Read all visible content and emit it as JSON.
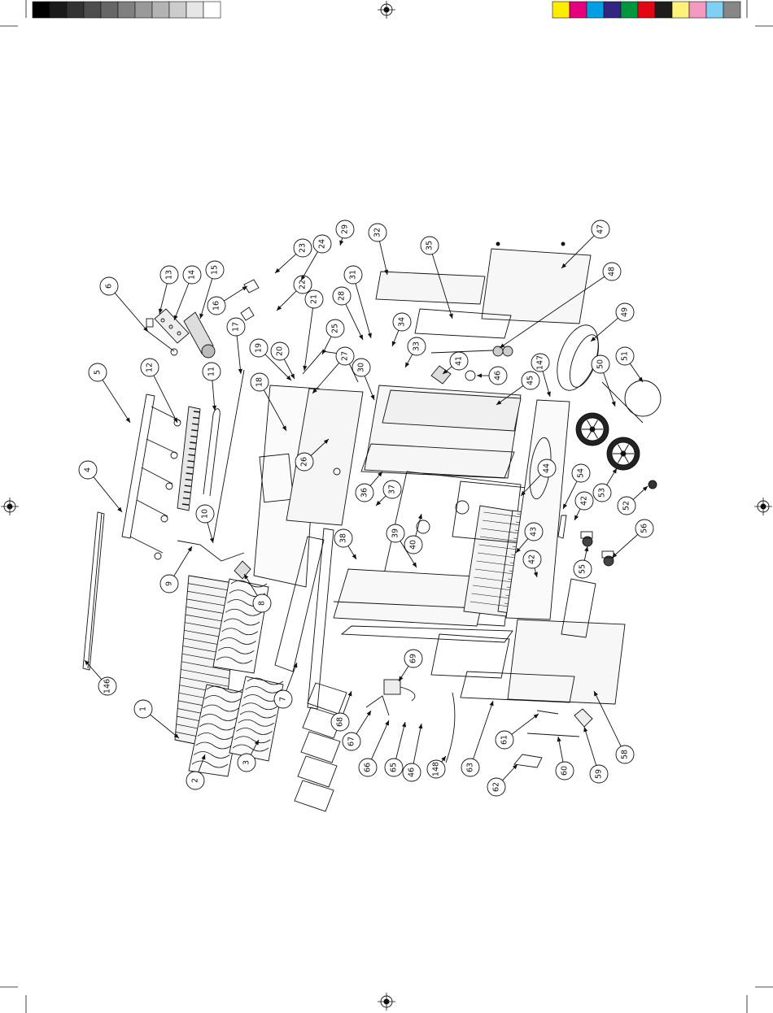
{
  "print_marks": {
    "gray_bar": [
      "#000000",
      "#1a1a1a",
      "#333333",
      "#4d4d4d",
      "#666666",
      "#808080",
      "#999999",
      "#b3b3b3",
      "#cccccc",
      "#e6e6e6",
      "#ffffff"
    ],
    "color_bar": [
      "#ffed00",
      "#e6007e",
      "#009fe3",
      "#312783",
      "#009640",
      "#e30613",
      "#1d1d1b",
      "#fff27a",
      "#f49ac1",
      "#7fd0f2",
      "#878787"
    ],
    "crosshair_icon": "registration-mark-icon",
    "ink": "#111111"
  },
  "parts": [
    {
      "id": "p1",
      "label": "1"
    },
    {
      "id": "p2",
      "label": "2"
    },
    {
      "id": "p3",
      "label": "3"
    },
    {
      "id": "p4",
      "label": "4"
    },
    {
      "id": "p5",
      "label": "5"
    },
    {
      "id": "p6",
      "label": "6"
    },
    {
      "id": "p7",
      "label": "7"
    },
    {
      "id": "p8",
      "label": "8"
    },
    {
      "id": "p9",
      "label": "9"
    },
    {
      "id": "p10",
      "label": "10"
    },
    {
      "id": "p11",
      "label": "11"
    },
    {
      "id": "p12",
      "label": "12"
    },
    {
      "id": "p13",
      "label": "13"
    },
    {
      "id": "p14",
      "label": "14"
    },
    {
      "id": "p15",
      "label": "15"
    },
    {
      "id": "p16",
      "label": "16"
    },
    {
      "id": "p17",
      "label": "17"
    },
    {
      "id": "p18",
      "label": "18"
    },
    {
      "id": "p19",
      "label": "19"
    },
    {
      "id": "p20",
      "label": "20"
    },
    {
      "id": "p21",
      "label": "21"
    },
    {
      "id": "p22",
      "label": "22"
    },
    {
      "id": "p23",
      "label": "23"
    },
    {
      "id": "p24",
      "label": "24"
    },
    {
      "id": "p25",
      "label": "25"
    },
    {
      "id": "p26",
      "label": "26"
    },
    {
      "id": "p27",
      "label": "27"
    },
    {
      "id": "p28",
      "label": "28"
    },
    {
      "id": "p29",
      "label": "29"
    },
    {
      "id": "p30",
      "label": "30"
    },
    {
      "id": "p31",
      "label": "31"
    },
    {
      "id": "p32",
      "label": "32"
    },
    {
      "id": "p33",
      "label": "33"
    },
    {
      "id": "p34",
      "label": "34"
    },
    {
      "id": "p35",
      "label": "35"
    },
    {
      "id": "p36",
      "label": "36"
    },
    {
      "id": "p37",
      "label": "37"
    },
    {
      "id": "p38",
      "label": "38"
    },
    {
      "id": "p39",
      "label": "39"
    },
    {
      "id": "p40",
      "label": "40"
    },
    {
      "id": "p41",
      "label": "41"
    },
    {
      "id": "p42a",
      "label": "42"
    },
    {
      "id": "p42b",
      "label": "42"
    },
    {
      "id": "p43",
      "label": "43"
    },
    {
      "id": "p44",
      "label": "44"
    },
    {
      "id": "p45",
      "label": "45"
    },
    {
      "id": "p46a",
      "label": "46"
    },
    {
      "id": "p46b",
      "label": "46"
    },
    {
      "id": "p47",
      "label": "47"
    },
    {
      "id": "p147",
      "label": "147"
    },
    {
      "id": "p48",
      "label": "48"
    },
    {
      "id": "p49",
      "label": "49"
    },
    {
      "id": "p50",
      "label": "50"
    },
    {
      "id": "p51",
      "label": "51"
    },
    {
      "id": "p52",
      "label": "52"
    },
    {
      "id": "p53",
      "label": "53"
    },
    {
      "id": "p54",
      "label": "54"
    },
    {
      "id": "p55",
      "label": "55"
    },
    {
      "id": "p56",
      "label": "56"
    },
    {
      "id": "p58",
      "label": "58"
    },
    {
      "id": "p59",
      "label": "59"
    },
    {
      "id": "p60",
      "label": "60"
    },
    {
      "id": "p61",
      "label": "61"
    },
    {
      "id": "p62",
      "label": "62"
    },
    {
      "id": "p63",
      "label": "63"
    },
    {
      "id": "p65",
      "label": "65"
    },
    {
      "id": "p66",
      "label": "66"
    },
    {
      "id": "p67",
      "label": "67"
    },
    {
      "id": "p68",
      "label": "68"
    },
    {
      "id": "p69",
      "label": "69"
    },
    {
      "id": "p146",
      "label": "146"
    },
    {
      "id": "p148",
      "label": "148"
    }
  ]
}
